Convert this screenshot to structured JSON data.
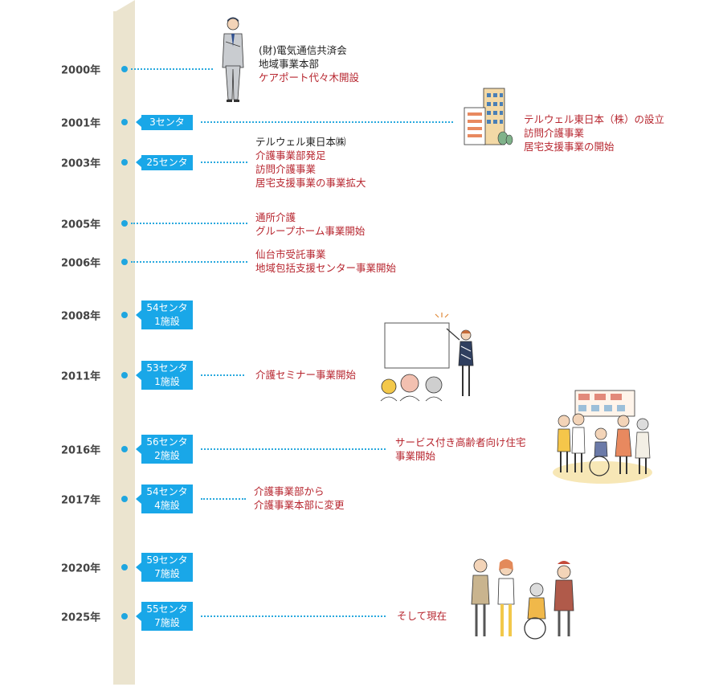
{
  "timeline": {
    "entries": [
      {
        "year": "2000年",
        "badge": [],
        "lines": [
          {
            "text": "(財)電気通信共済会",
            "color": "black"
          },
          {
            "text": "地域事業本部",
            "color": "black"
          },
          {
            "text": "ケアポート代々木開設",
            "color": "red"
          }
        ]
      },
      {
        "year": "2001年",
        "badge": [
          "3センタ"
        ],
        "lines": [
          {
            "text": "テルウェル東日本（株）の設立",
            "color": "red"
          },
          {
            "text": "訪問介護事業",
            "color": "red"
          },
          {
            "text": "居宅支援事業の開始",
            "color": "red"
          }
        ]
      },
      {
        "year": "2003年",
        "badge": [
          "25センタ"
        ],
        "lines": [
          {
            "text": "テルウェル東日本㈱",
            "color": "black"
          },
          {
            "text": "介護事業部発足",
            "color": "red"
          },
          {
            "text": "訪問介護事業",
            "color": "red"
          },
          {
            "text": "居宅支援事業の事業拡大",
            "color": "red"
          }
        ]
      },
      {
        "year": "2005年",
        "badge": [],
        "lines": [
          {
            "text": "通所介護",
            "color": "red"
          },
          {
            "text": "グループホーム事業開始",
            "color": "red"
          }
        ]
      },
      {
        "year": "2006年",
        "badge": [],
        "lines": [
          {
            "text": "仙台市受託事業",
            "color": "red"
          },
          {
            "text": "地域包括支援センター事業開始",
            "color": "red"
          }
        ]
      },
      {
        "year": "2008年",
        "badge": [
          "54センタ",
          "1施設"
        ],
        "lines": []
      },
      {
        "year": "2011年",
        "badge": [
          "53センタ",
          "1施設"
        ],
        "lines": [
          {
            "text": "介護セミナー事業開始",
            "color": "red"
          }
        ]
      },
      {
        "year": "2016年",
        "badge": [
          "56センタ",
          "2施設"
        ],
        "lines": [
          {
            "text": "サービス付き高齢者向け住宅",
            "color": "red"
          },
          {
            "text": "事業開始",
            "color": "red"
          }
        ]
      },
      {
        "year": "2017年",
        "badge": [
          "54センタ",
          "4施設"
        ],
        "lines": [
          {
            "text": "介護事業部から",
            "color": "red"
          },
          {
            "text": "介護事業本部に変更",
            "color": "red"
          }
        ]
      },
      {
        "year": "2020年",
        "badge": [
          "59センタ",
          "7施設"
        ],
        "lines": []
      },
      {
        "year": "2025年",
        "badge": [
          "55センタ",
          "7施設"
        ],
        "lines": [
          {
            "text": "そして現在",
            "color": "red"
          }
        ]
      }
    ]
  },
  "illustrations": [
    "businessman-illustration",
    "building-illustration",
    "seminar-illustration",
    "senior-housing-illustration",
    "care-staff-illustration"
  ],
  "colors": {
    "accent": "#19a7e8",
    "text_red": "#b7262f",
    "timeline_bar": "#ebe4cf"
  }
}
